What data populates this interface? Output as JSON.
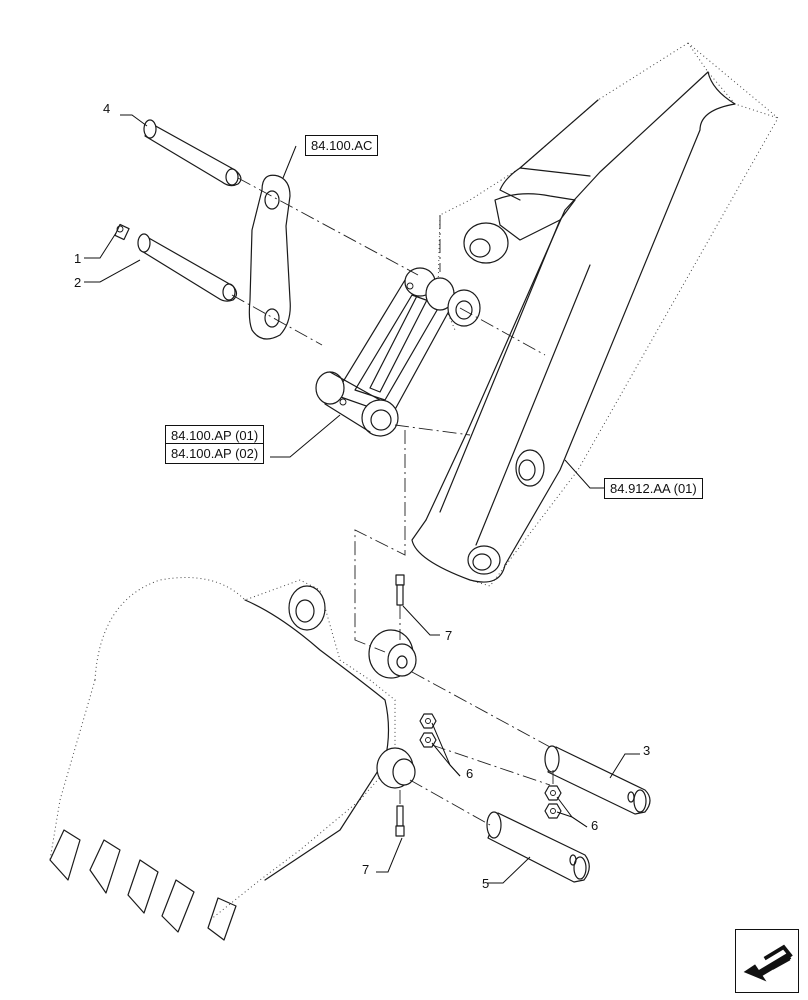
{
  "callouts": {
    "c1": "1",
    "c2": "2",
    "c3": "3",
    "c4": "4",
    "c5": "5",
    "c6a": "6",
    "c6b": "6",
    "c7a": "7",
    "c7b": "7"
  },
  "references": {
    "link_ref": "84.100.AC",
    "rod_ref_1": "84.100.AP (01)",
    "rod_ref_2": "84.100.AP (02)",
    "arm_ref": "84.912.AA (01)"
  },
  "nav": {
    "icon": "next-page-arrow-icon"
  }
}
